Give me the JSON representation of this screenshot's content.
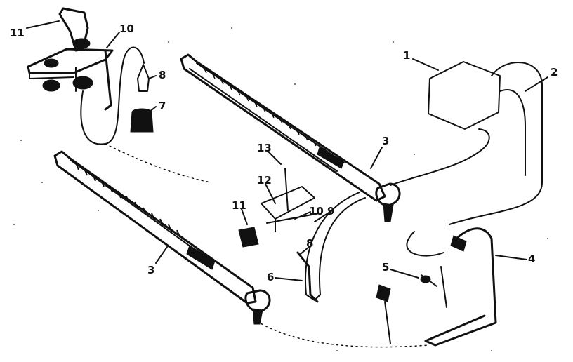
{
  "diagram": {
    "type": "exploded parts diagram",
    "callouts": [
      {
        "id": "c1",
        "label": "1"
      },
      {
        "id": "c2",
        "label": "2"
      },
      {
        "id": "c3a",
        "label": "3"
      },
      {
        "id": "c3b",
        "label": "3"
      },
      {
        "id": "c4",
        "label": "4"
      },
      {
        "id": "c5",
        "label": "5"
      },
      {
        "id": "c6",
        "label": "6"
      },
      {
        "id": "c7",
        "label": "7"
      },
      {
        "id": "c8a",
        "label": "8"
      },
      {
        "id": "c8b",
        "label": "8"
      },
      {
        "id": "c9",
        "label": "9"
      },
      {
        "id": "c10a",
        "label": "10"
      },
      {
        "id": "c10b",
        "label": "10"
      },
      {
        "id": "c11a",
        "label": "11"
      },
      {
        "id": "c11b",
        "label": "11"
      },
      {
        "id": "c12",
        "label": "12"
      },
      {
        "id": "c13",
        "label": "13"
      }
    ],
    "colors": {
      "ink": "#111111",
      "paper": "#ffffff"
    }
  }
}
